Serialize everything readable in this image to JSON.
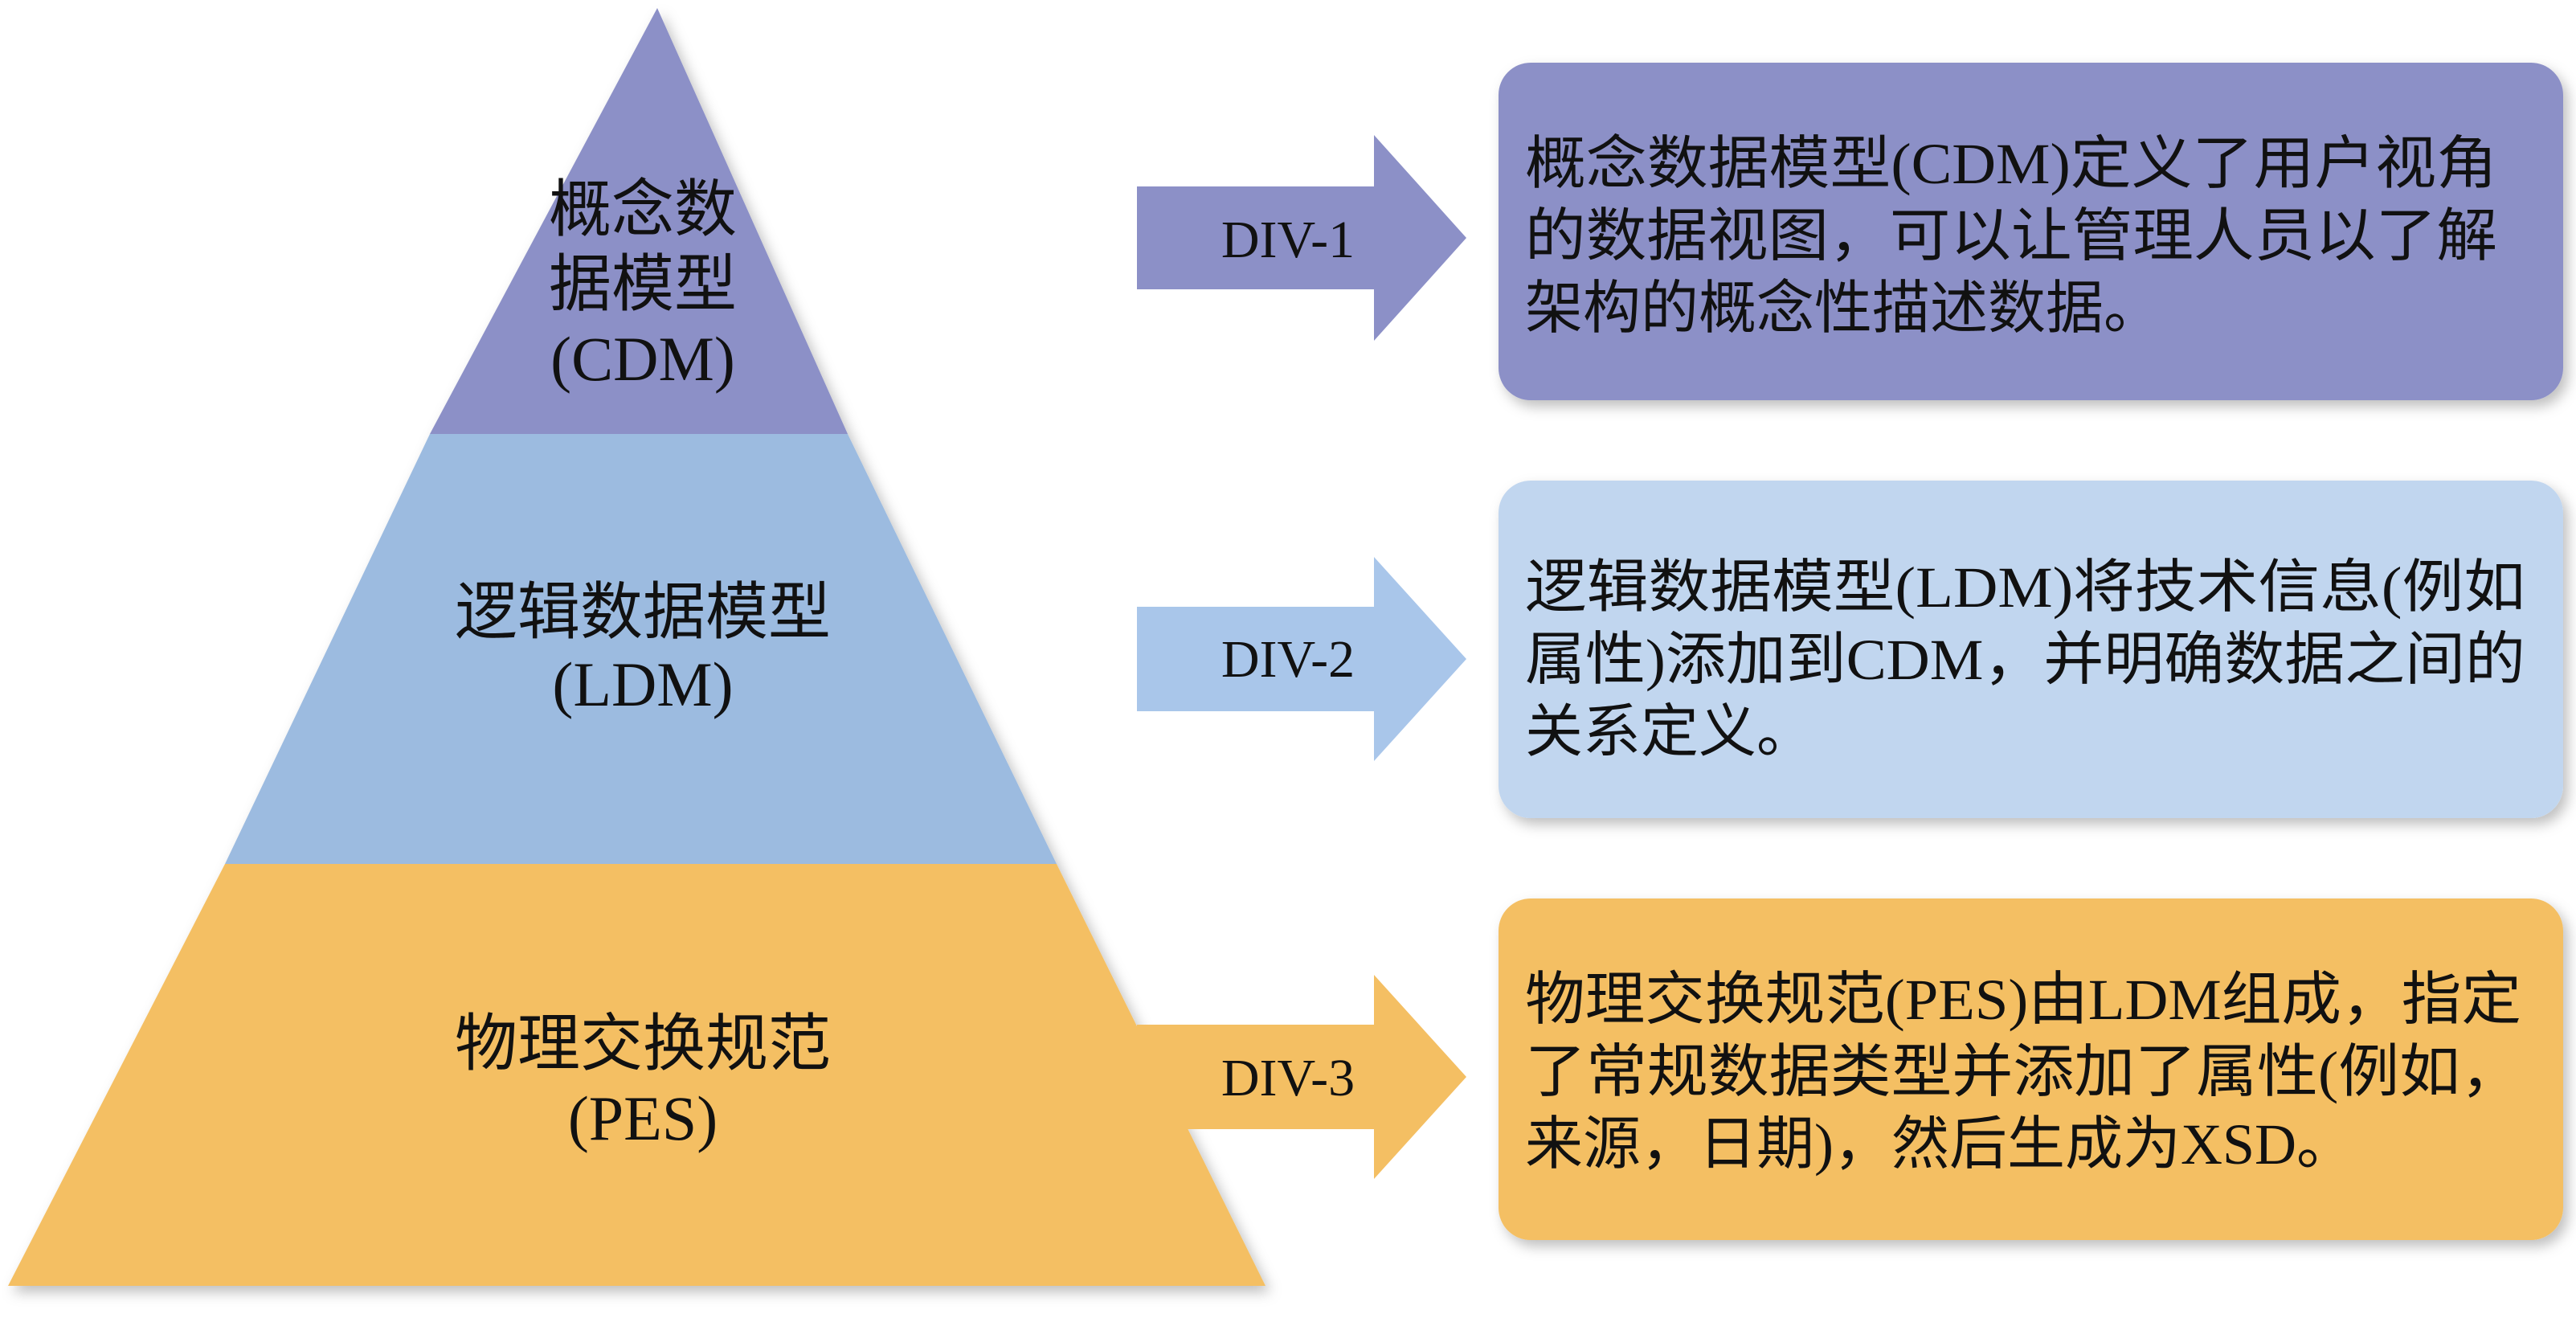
{
  "pyramid": {
    "top": {
      "lines": [
        "概念数",
        "据模型",
        "(CDM)"
      ],
      "color": "#8c90c7"
    },
    "middle": {
      "lines": [
        "逻辑数据模型",
        "(LDM)"
      ],
      "color": "#9cbbe0"
    },
    "bottom": {
      "lines": [
        "物理交换规范",
        "(PES)"
      ],
      "color": "#f4bf63"
    }
  },
  "arrows": [
    {
      "label": "DIV-1",
      "color": "#8c90c7"
    },
    {
      "label": "DIV-2",
      "color": "#a9c6ea"
    },
    {
      "label": "DIV-3",
      "color": "#f4bf63"
    }
  ],
  "boxes": [
    {
      "lines": [
        "概念数据模型(CDM)定义了用户视角",
        "的数据视图，可以让管理人员以了解",
        "架构的概念性描述数据。"
      ],
      "color": "#8c90c7"
    },
    {
      "lines": [
        "逻辑数据模型(LDM)将技术信息(例如",
        "属性)添加到CDM，并明确数据之间的",
        "关系定义。"
      ],
      "color": "#c1d6ef"
    },
    {
      "lines": [
        "物理交换规范(PES)由LDM组成，指定",
        "了常规数据类型并添加了属性(例如，",
        "来源，日期)，然后生成为XSD。"
      ],
      "color": "#f4bf63"
    }
  ]
}
